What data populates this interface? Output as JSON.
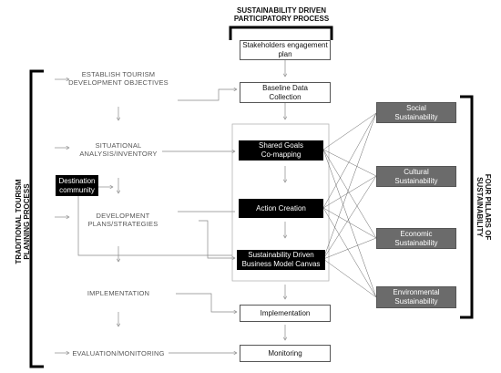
{
  "top_heading": "SUSTAINABILITY DRIVEN\nPARTICIPATORY PROCESS",
  "left_vertical_label": "TRADITIONAL TOURISM\nPLANNING PROCESS",
  "right_vertical_label": "FOUR PILLARS OF\nSUSTAINABILITY",
  "traditional_steps": [
    "ESTABLISH TOURISM\nDEVELOPMENT OBJECTIVES",
    "SITUATIONAL\nANALYSIS/INVENTORY",
    "DEVELOPMENT\nPLANS/STRATEGIES",
    "IMPLEMENTATION",
    "EVALUATION/MONITORING"
  ],
  "destination_community": "Destination\ncommunity",
  "participatory_steps": [
    "Stakeholders engagement\nplan",
    "Baseline Data\nCollection",
    "Shared Goals\nCo-mapping",
    "Action Creation",
    "Sustainability Driven\nBusiness Model Canvas",
    "Implementation",
    "Monitoring"
  ],
  "pillars": [
    "Social\nSustainability",
    "Cultural\nSustainability",
    "Economic\nSustainability",
    "Environmental\nSustainability"
  ]
}
